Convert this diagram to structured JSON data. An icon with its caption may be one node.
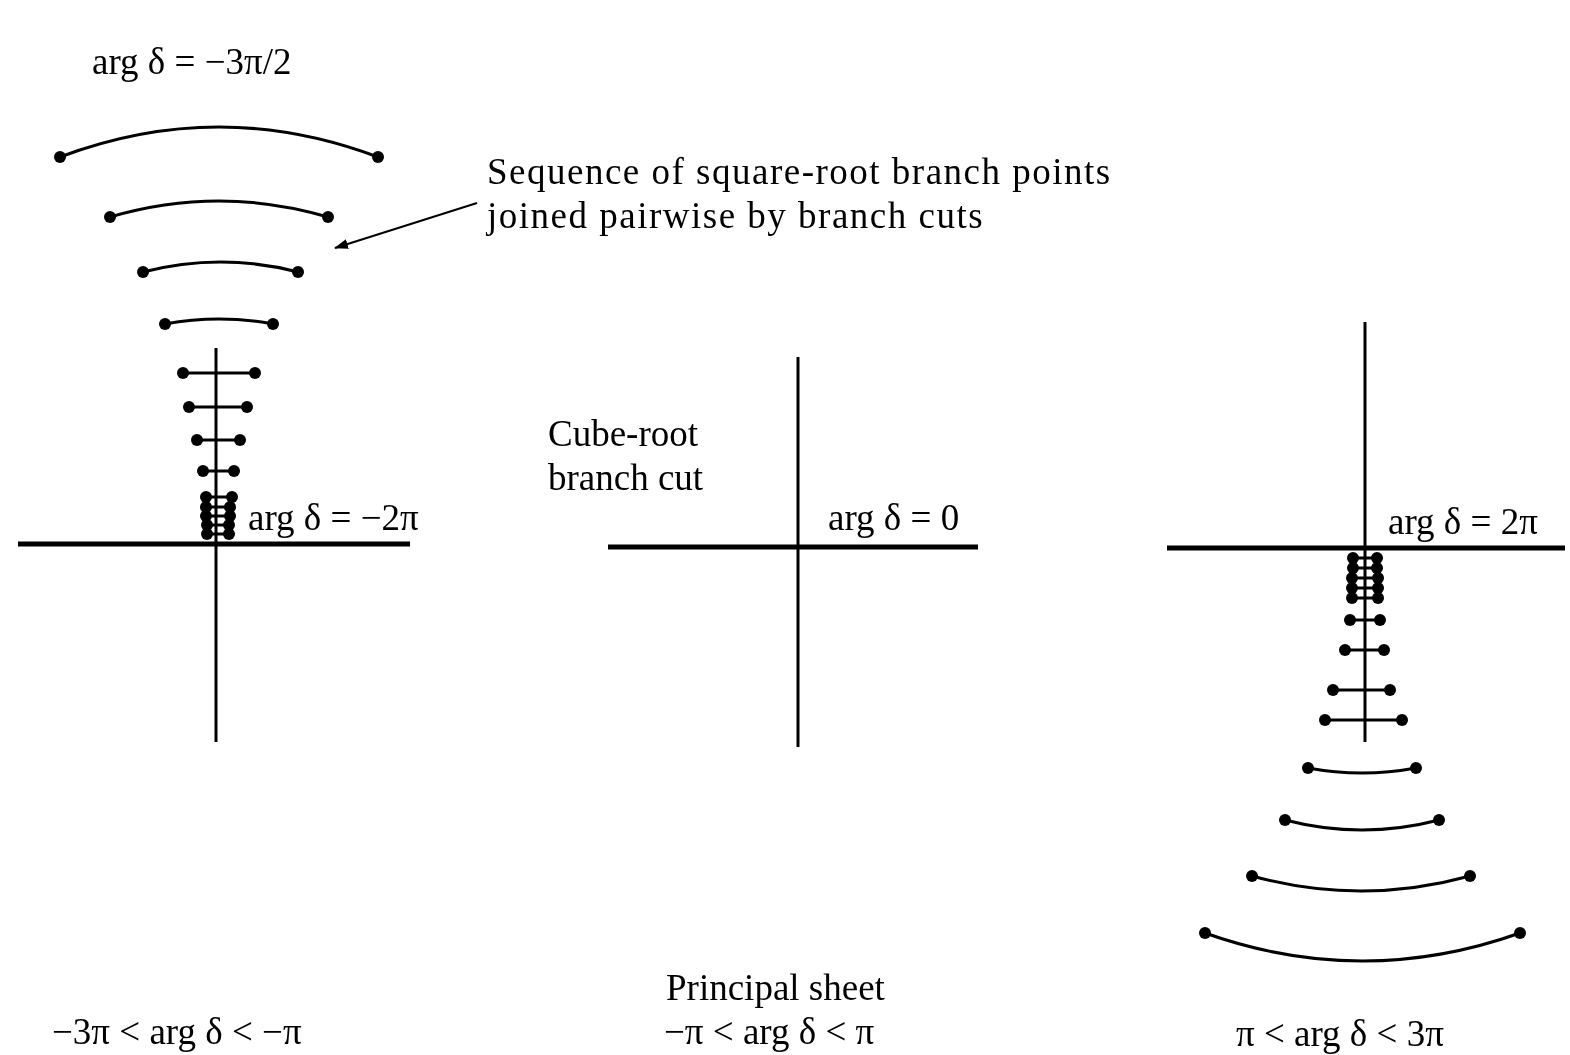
{
  "diagram": {
    "nodes": [
      {
        "text": [
          "Sequence of square-root branch points joined pairwise by branch cuts"
        ]
      },
      {
        "text": [],
        "shape": "picture"
      }
    ],
    "edges": [
      {
        "from": 0,
        "to": 1,
        "arrow": "to"
      }
    ],
    "labels": [
      "arg δ = −3π/2",
      "arg δ = −2π",
      "Cube-root branch cut",
      "arg δ = 0",
      "arg δ = 2π",
      "Principal sheet",
      "−3π < arg δ < −π",
      "−π < arg δ < π",
      "π < arg δ < 3π"
    ]
  }
}
